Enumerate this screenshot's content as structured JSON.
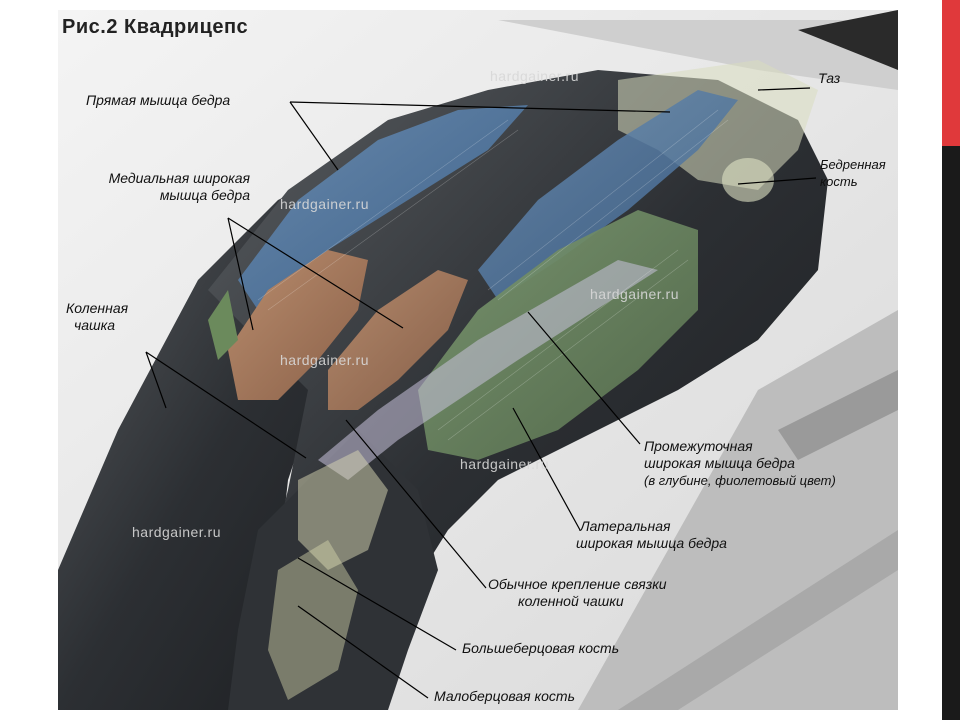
{
  "title": "Рис.2 Квадрицепс",
  "watermark": "hardgainer.ru",
  "accent_colors": {
    "red_bar": "#e0393b",
    "black_bar": "#1a1a1a"
  },
  "labels": {
    "rectus_femoris": "Прямая мышца бедра",
    "vastus_medialis_1": "Медиальная широкая",
    "vastus_medialis_2": "мышца бедра",
    "patella_1": "Коленная",
    "patella_2": "чашка",
    "pelvis": "Таз",
    "femur_1": "Бедренная",
    "femur_2": "кость",
    "vastus_intermedius_1": "Промежуточная",
    "vastus_intermedius_2": "широкая мышца бедра",
    "vastus_intermedius_3": "(в глубине, фиолетовый цвет)",
    "vastus_lateralis_1": "Латеральная",
    "vastus_lateralis_2": "широкая мышца бедра",
    "patellar_ligament_1": "Обычное крепление связки",
    "patellar_ligament_2": "коленной чашки",
    "tibia": "Большеберцовая кость",
    "fibula": "Малоберцовая кость"
  }
}
